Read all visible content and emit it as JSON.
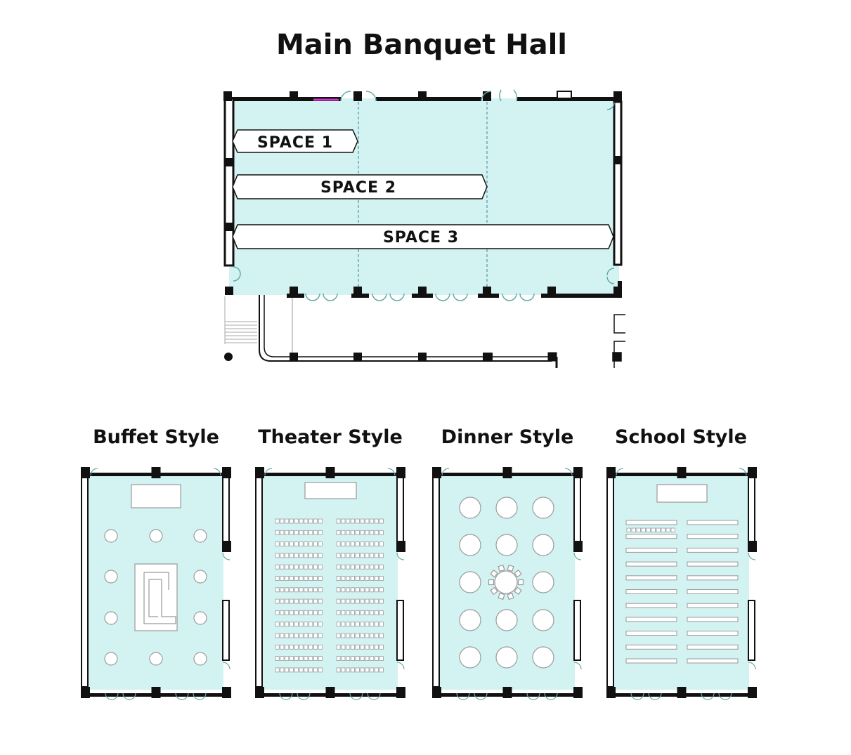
{
  "title": "Main Banquet Hall",
  "spaces": [
    {
      "label": "SPACE  1"
    },
    {
      "label": "SPACE  2"
    },
    {
      "label": "SPACE  3"
    }
  ],
  "layouts": [
    {
      "title": "Buffet Style"
    },
    {
      "title": "Theater Style"
    },
    {
      "title": "Dinner Style"
    },
    {
      "title": "School Style"
    }
  ],
  "colors": {
    "floor": "#d3f3f3",
    "wall": "#111111",
    "furniture_stroke": "#9a9a9a",
    "accent": "#cc33cc"
  },
  "icons": [
    "door-swing-icon",
    "pillar-icon",
    "staircase-icon"
  ]
}
